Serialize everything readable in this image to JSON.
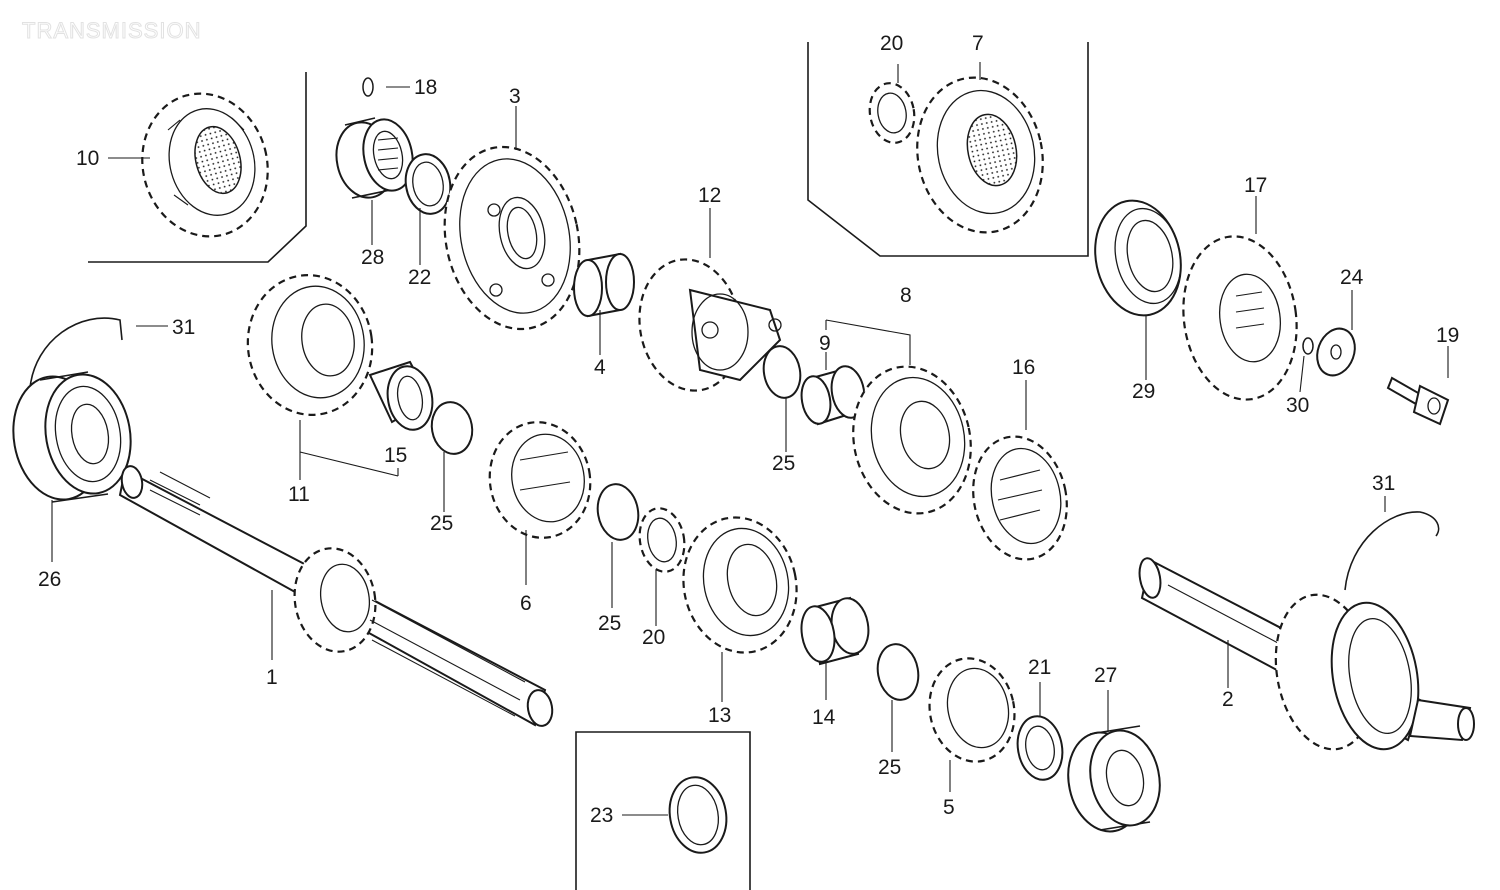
{
  "diagram": {
    "watermark": "TRANSMISSION",
    "part_numbers": {
      "p1": "1",
      "p2": "2",
      "p3": "3",
      "p4": "4",
      "p5": "5",
      "p6": "6",
      "p7": "7",
      "p8": "8",
      "p9": "9",
      "p10": "10",
      "p11": "11",
      "p12": "12",
      "p13": "13",
      "p14": "14",
      "p15": "15",
      "p16": "16",
      "p17": "17",
      "p18": "18",
      "p19": "19",
      "p20a": "20",
      "p20b": "20",
      "p21": "21",
      "p22": "22",
      "p23": "23",
      "p24": "24",
      "p25a": "25",
      "p25b": "25",
      "p25c": "25",
      "p25d": "25",
      "p26": "26",
      "p27": "27",
      "p28": "28",
      "p29": "29",
      "p30": "30",
      "p31a": "31",
      "p31b": "31"
    }
  }
}
